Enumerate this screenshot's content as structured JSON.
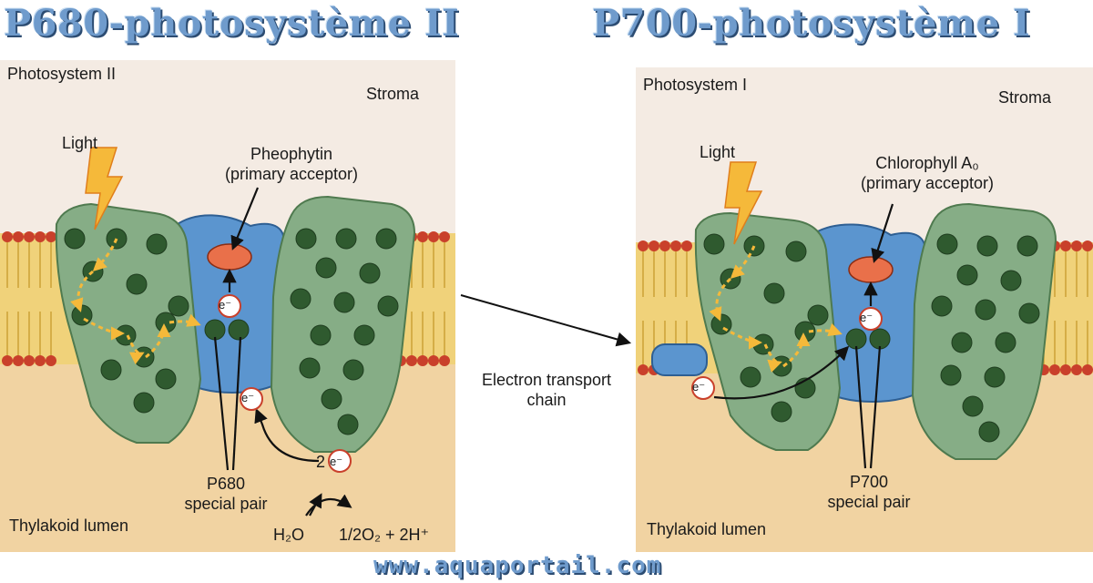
{
  "titles": {
    "left": "P680-photosystème II",
    "right": "P700-photosystème I"
  },
  "left_panel": {
    "name": "Photosystem II",
    "stroma": "Stroma",
    "light": "Light",
    "acceptor_line1": "Pheophytin",
    "acceptor_line2": "(primary acceptor)",
    "pair_line1": "P680",
    "pair_line2": "special pair",
    "lumen": "Thylakoid lumen",
    "electron": "e⁻",
    "two_electrons_coef": "2",
    "water": "H₂O",
    "products": "1/2O₂ + 2H⁺"
  },
  "middle": {
    "etc_line1": "Electron transport",
    "etc_line2": "chain"
  },
  "right_panel": {
    "name": "Photosystem I",
    "stroma": "Stroma",
    "light": "Light",
    "acceptor_line1": "Chlorophyll A₀",
    "acceptor_line2": "(primary acceptor)",
    "pair_line1": "P700",
    "pair_line2": "special pair",
    "lumen": "Thylakoid lumen",
    "electron": "e⁻"
  },
  "footer": "www.aquaportail.com",
  "colors": {
    "stroma_bg": "#f4ebe3",
    "lumen_bg": "#f1d3a2",
    "protein_green": "#86ad86",
    "pigment_dark": "#2f5a2f",
    "core_blue": "#5b95cf",
    "lipid_head": "#c9402b",
    "acceptor_orange": "#e9704a",
    "arrow_yellow": "#f5b93a",
    "banner_blue": "#6f9bcc"
  }
}
